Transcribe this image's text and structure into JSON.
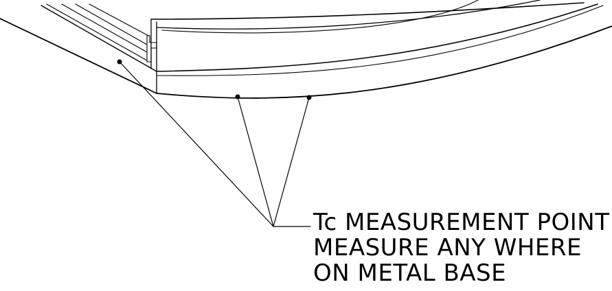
{
  "drawing": {
    "line_color": "#000000",
    "background_color": "#ffffff"
  },
  "callout": {
    "line1": "Tc MEASUREMENT POINT",
    "line2": "MEASURE ANY WHERE",
    "line3": "ON METAL BASE"
  }
}
